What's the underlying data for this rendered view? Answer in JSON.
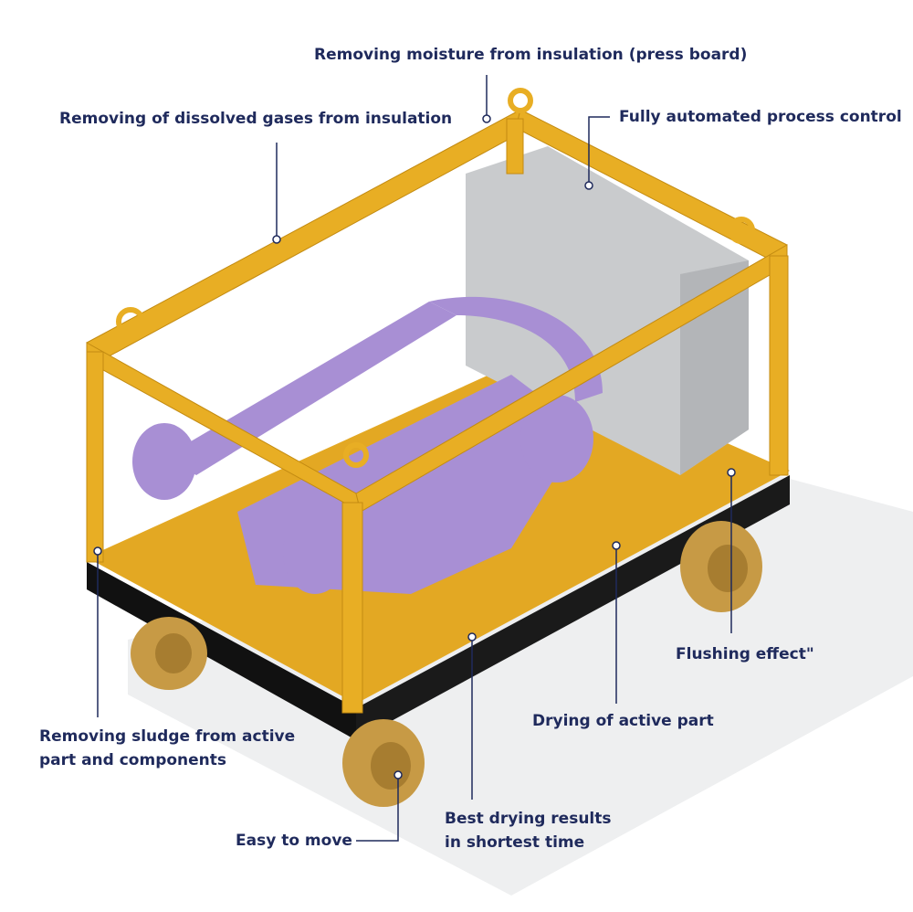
{
  "colors": {
    "text": "#1f2a5c",
    "frame": "#e8ae24",
    "base": "#111111",
    "pump": "#a88fd4",
    "cabinet": "#c9cbcd",
    "wheel": "#c79a45"
  },
  "labels": {
    "moisture": "Removing moisture from insulation (press board)",
    "gases": "Removing of dissolved gases from insulation",
    "automated": "Fully automated process control",
    "sludge_1": "Removing sludge from active",
    "sludge_2": "part and components",
    "easy_move": "Easy to move",
    "best_1": "Best drying results",
    "best_2": "in shortest time",
    "drying": "Drying of active part",
    "flushing": "Flushing effect\""
  }
}
